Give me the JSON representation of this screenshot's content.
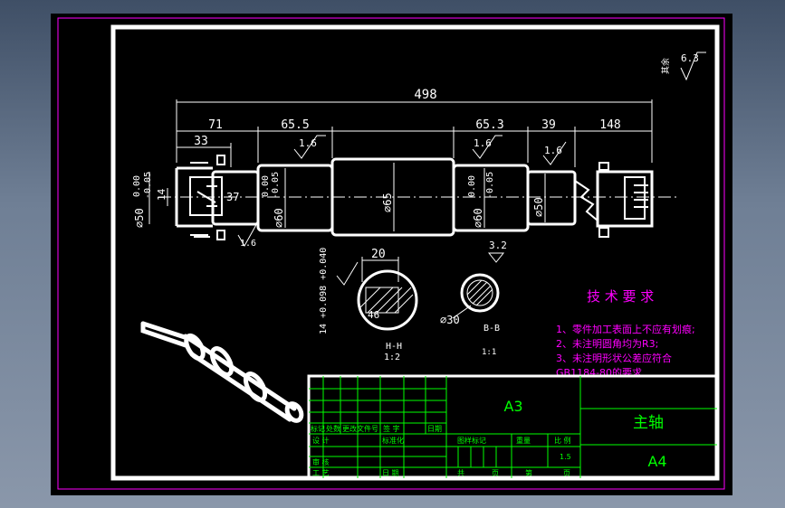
{
  "dimensions": {
    "overall": "498",
    "d71": "71",
    "d65_5": "65.5",
    "d65_3": "65.3",
    "d39": "39",
    "d148": "148",
    "d33": "33",
    "roughness_1_6": "1.6",
    "roughness_3_2": "3.2",
    "roughness_6_3": "6.3",
    "dia50_left": "⌀50",
    "dia60_left": "⌀60",
    "dia65": "⌀65",
    "dia60_right": "⌀60",
    "dia50_right": "⌀50",
    "dia30": "⌀30",
    "dim14": "14",
    "dim37": "37",
    "dim20": "20",
    "dim46": "46",
    "tol_upper_0": "0.00",
    "tol_lower_005": "-0.05",
    "keyway_tol": "14 +0.098 +0.040",
    "section_hh": "H-H",
    "section_hh_scale": "1:2",
    "section_bb": "B-B",
    "section_bb_scale": "1:1",
    "rest_label": "其余"
  },
  "tech": {
    "title": "技 术 要 求",
    "items": [
      "1、零件加工表面上不应有划痕;",
      "2、未注明圆角均为R3;",
      "3、未注明形状公差应符合",
      "GB1184-80的要求."
    ]
  },
  "title_block": {
    "a3": "A3",
    "part_name": "主轴",
    "a4": "A4",
    "scale": "1.5",
    "row_labels": [
      "标记",
      "处数",
      "更改文件号",
      "签 字",
      "日期"
    ],
    "design": "设 计",
    "standard": "标准化",
    "stage": "图样标记",
    "weight": "重量",
    "ratio": "比 例",
    "review": "审 核",
    "process": "工 艺",
    "date": "日 期",
    "total": "共",
    "sheet_no": "第",
    "page1": "页",
    "page2": "页"
  },
  "colors": {
    "background": "#000000",
    "lines": "#ffffff",
    "title_block": "#00ff00",
    "notes": "#ff00ff"
  }
}
